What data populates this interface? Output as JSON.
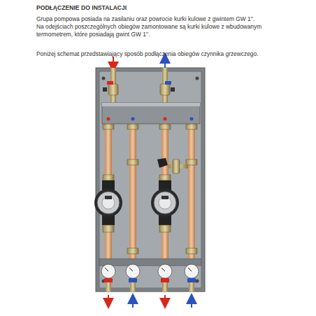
{
  "diagram": {
    "title": "PODŁĄCZENIE DO INSTALACJI",
    "labels": [
      "Grupa pompowa posiada na zasilaniu oraz powrocie kurki kulowe z gwintem GW 1''.",
      "Na odejściach poszczególnych obiegów zamontowane są kurki kulowe z wbudowanym termometrem, które posiadają gwint GW 1''.",
      "Poniżej schemat przedstawiający sposób podłączenia obiegów czynnika grzewczego."
    ]
  }
}
